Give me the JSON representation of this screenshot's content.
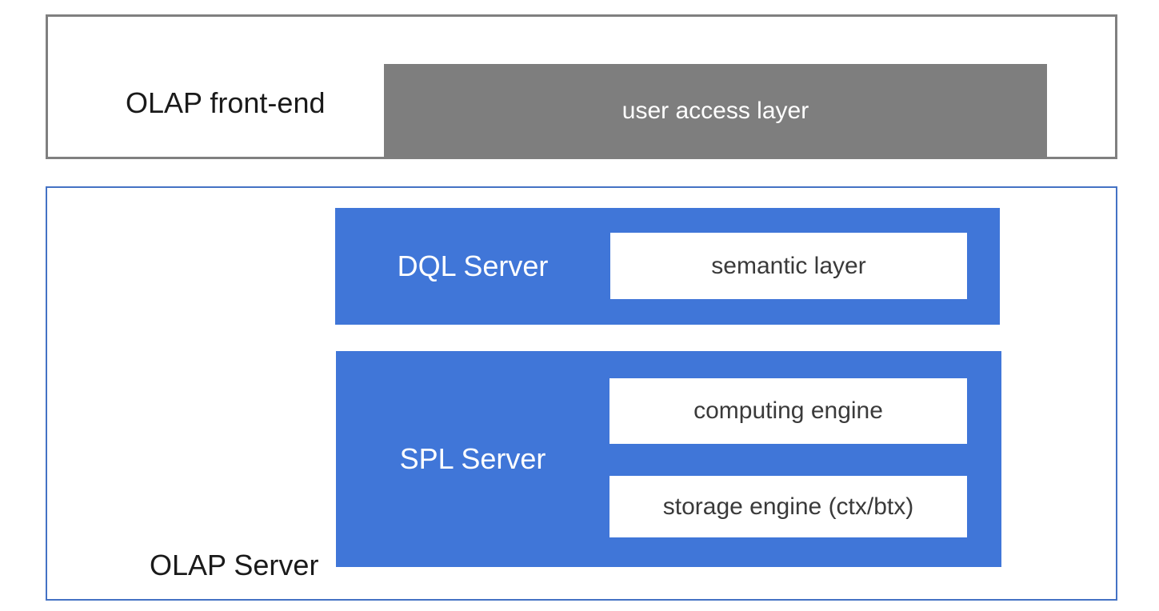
{
  "front_end": {
    "label": "OLAP front-end",
    "box": "user access layer"
  },
  "server": {
    "label": "OLAP Server",
    "dql": {
      "label": "DQL Server",
      "box": "semantic layer"
    },
    "spl": {
      "label": "SPL Server",
      "boxes": [
        "computing engine",
        "storage engine (ctx/btx)"
      ]
    }
  },
  "colors": {
    "blue_fill": "#4076D8",
    "blue_border": "#4472C4",
    "gray_fill": "#7E7E7E",
    "gray_border": "#808080",
    "dark_text": "#3A3A3A",
    "black_text": "#1A1A1A",
    "white_text": "#FFFFFF"
  }
}
